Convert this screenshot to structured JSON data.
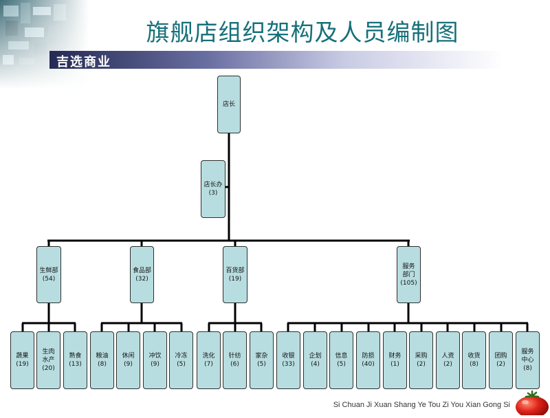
{
  "title": "旗舰店组织架构及人员编制图",
  "brand": "吉选商业",
  "footer": "Si Chuan Ji Xuan Shang Ye Tou Zi You Xian Gong Si",
  "colors": {
    "node_fill": "#b8dde0",
    "title": "#16707a",
    "brand_bar": "#242a52"
  },
  "org": {
    "root": {
      "label": "店长"
    },
    "office": {
      "label": "店长办\n(3)"
    },
    "departments": [
      {
        "label": "生鲜部\n(54)",
        "children": [
          {
            "label": "蔬果\n(19)"
          },
          {
            "label": "生肉\n水产\n(20)"
          },
          {
            "label": "熟食\n(13)"
          }
        ]
      },
      {
        "label": "食品部\n(32)",
        "children": [
          {
            "label": "粮油\n(8)"
          },
          {
            "label": "休闲\n(9)"
          },
          {
            "label": "冲饮\n(9)"
          },
          {
            "label": "冷冻\n(5)"
          }
        ]
      },
      {
        "label": "百货部\n(19)",
        "children": [
          {
            "label": "洗化\n(7)"
          },
          {
            "label": "针纺\n(6)"
          },
          {
            "label": "家杂\n(5)"
          }
        ]
      },
      {
        "label": "服务\n部门\n(105)",
        "children": [
          {
            "label": "收银\n(33)"
          },
          {
            "label": "企划\n(4)"
          },
          {
            "label": "信息\n(5)"
          },
          {
            "label": "防损\n(40)"
          },
          {
            "label": "财务\n(1)"
          },
          {
            "label": "采购\n(2)"
          },
          {
            "label": "人资\n(2)"
          },
          {
            "label": "收货\n(8)"
          },
          {
            "label": "团购\n(2)"
          },
          {
            "label": "服务\n中心\n(8)"
          }
        ]
      }
    ]
  }
}
